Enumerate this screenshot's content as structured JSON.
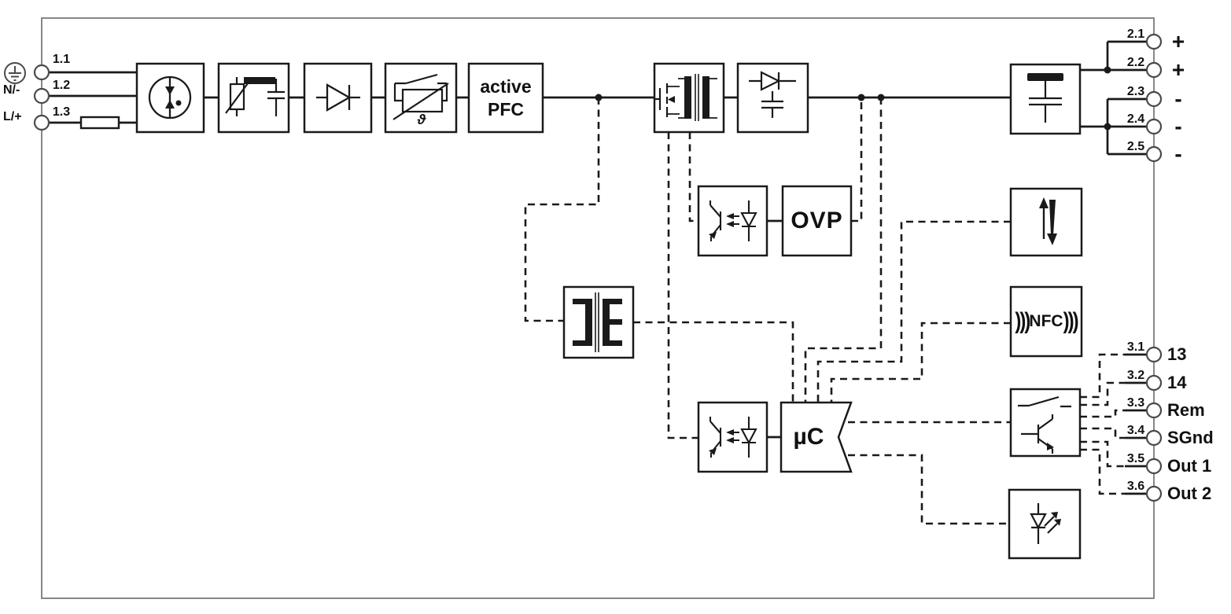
{
  "input": {
    "terminals": [
      {
        "id": "1.1",
        "side_label": ""
      },
      {
        "id": "1.2",
        "side_label": "N/-"
      },
      {
        "id": "1.3",
        "side_label": "L/+"
      }
    ]
  },
  "blocks": {
    "pfc": {
      "line1": "active",
      "line2": "PFC"
    },
    "ovp": "OVP",
    "uc": "µC",
    "nfc": {
      "left_waves": ")))",
      "label": "NFC",
      "right_waves": ")))"
    },
    "thermistor_theta": "ϑ"
  },
  "dc_output": {
    "terminals": [
      {
        "id": "2.1",
        "sign": "+"
      },
      {
        "id": "2.2",
        "sign": "+"
      },
      {
        "id": "2.3",
        "sign": "-"
      },
      {
        "id": "2.4",
        "sign": "-"
      },
      {
        "id": "2.5",
        "sign": "-"
      }
    ]
  },
  "signal": {
    "terminals": [
      {
        "id": "3.1",
        "name": "13"
      },
      {
        "id": "3.2",
        "name": "14"
      },
      {
        "id": "3.3",
        "name": "Rem"
      },
      {
        "id": "3.4",
        "name": "SGnd"
      },
      {
        "id": "3.5",
        "name": "Out 1"
      },
      {
        "id": "3.6",
        "name": "Out 2"
      }
    ]
  }
}
